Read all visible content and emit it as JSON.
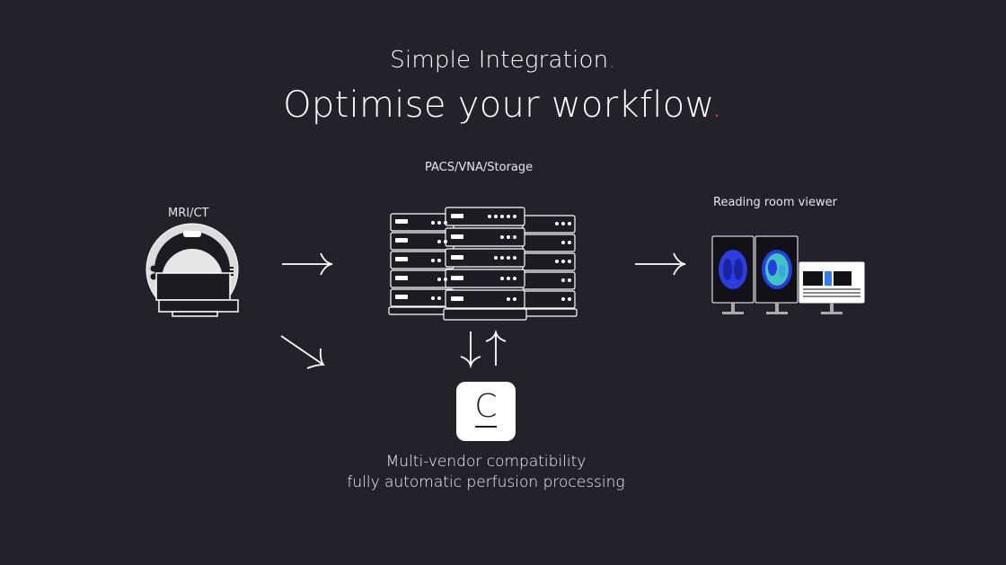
{
  "header": {
    "subtitle": "Simple Integration",
    "title": "Optimise your workflow",
    "accent_dot": ".",
    "accent_color": "#e4452f"
  },
  "nodes": {
    "scanner_label": "MRI/CT",
    "storage_label": "PACS/VNA/Storage",
    "viewer_label": "Reading room viewer"
  },
  "caption": {
    "line1": "Multi-vendor compatibility",
    "line2": "fully automatic perfusion processing"
  },
  "logo": {
    "letter": "C"
  },
  "colors": {
    "background": "#23222b",
    "line": "#ffffff",
    "brain_blue": "#2b3ce0",
    "brain_teal": "#3fc4c4"
  }
}
